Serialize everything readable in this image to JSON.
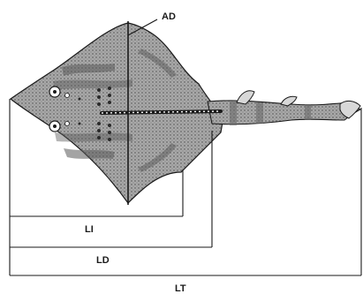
{
  "diagram": {
    "labels": {
      "disc_width": "AD",
      "inner_length": "LI",
      "disc_length": "LD",
      "total_length": "LT"
    },
    "colors": {
      "line": "#1a1a1a",
      "body_fill": "#9c9c9c",
      "body_dark": "#5a5a5a",
      "body_light": "#d8d8d8",
      "background": "#ffffff"
    }
  }
}
